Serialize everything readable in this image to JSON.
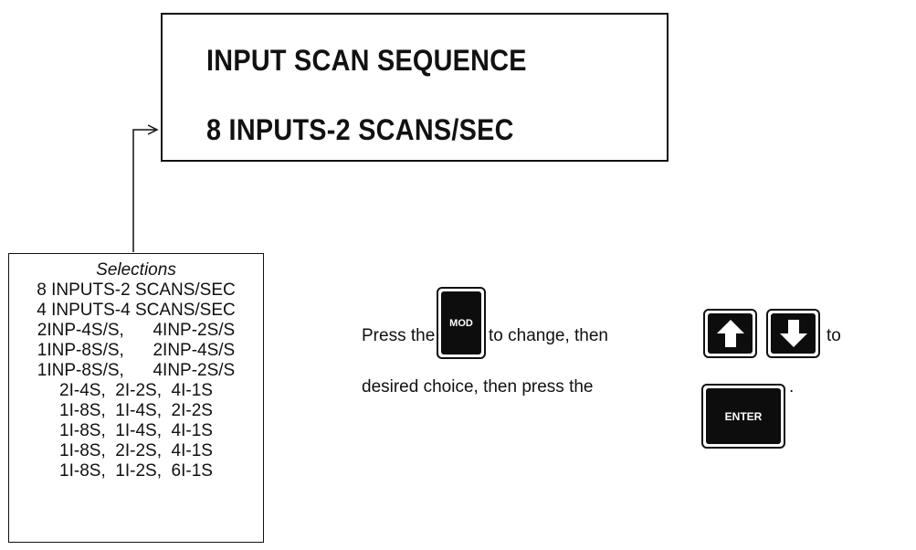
{
  "display": {
    "line1": "INPUT SCAN SEQUENCE",
    "line2": "8 INPUTS-2 SCANS/SEC"
  },
  "selections": {
    "title": "Selections",
    "items": [
      "8 INPUTS-2 SCANS/SEC",
      "4 INPUTS-4 SCANS/SEC",
      "2INP-4S/S,      4INP-2S/S",
      "1INP-8S/S,      2INP-4S/S",
      "1INP-8S/S,      4INP-2S/S",
      "2I-4S,  2I-2S,  4I-1S",
      "1I-8S,  1I-4S,  2I-2S",
      "1I-8S,  1I-4S,  4I-1S",
      "1I-8S,  2I-2S,  4I-1S",
      "1I-8S,  1I-2S,  6I-1S"
    ]
  },
  "instructions": {
    "press_the": "Press the",
    "to_change": "to change, then",
    "to": "to",
    "desired_choice": "desired choice, then press the",
    "period": "."
  },
  "keys": {
    "mod": "MOD",
    "up_icon": "up-arrow-icon",
    "down_icon": "down-arrow-icon",
    "enter": "ENTER"
  }
}
